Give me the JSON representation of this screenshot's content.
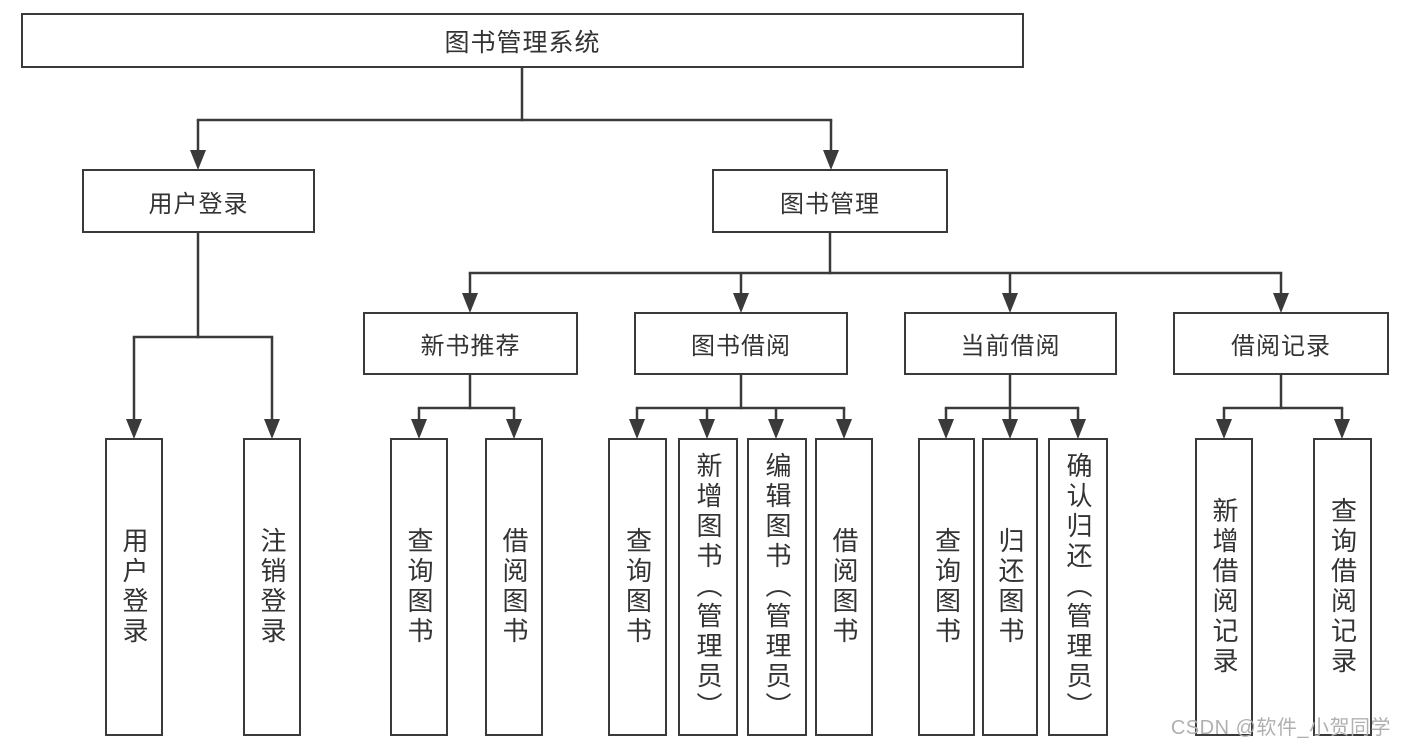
{
  "colors": {
    "line": "#3a3a3a",
    "box_border": "#3a3a3a",
    "box_background": "#ffffff",
    "text": "#333333",
    "watermark": "#b0b0b0",
    "page_background": "#ffffff"
  },
  "watermark": {
    "text": "CSDN @软件_小贺同学"
  },
  "tree": {
    "root": {
      "label": "图书管理系统"
    },
    "branches": [
      {
        "label": "用户登录",
        "leaves": [
          {
            "label": "用户登录"
          },
          {
            "label": "注销登录"
          }
        ]
      },
      {
        "label": "图书管理",
        "groups": [
          {
            "label": "新书推荐",
            "leaves": [
              {
                "label": "查询图书"
              },
              {
                "label": "借阅图书"
              }
            ]
          },
          {
            "label": "图书借阅",
            "leaves": [
              {
                "label": "查询图书"
              },
              {
                "label": "新增图书（管理员）"
              },
              {
                "label": "编辑图书（管理员）"
              },
              {
                "label": "借阅图书"
              }
            ]
          },
          {
            "label": "当前借阅",
            "leaves": [
              {
                "label": "查询图书"
              },
              {
                "label": "归还图书"
              },
              {
                "label": "确认归还（管理员）"
              }
            ]
          },
          {
            "label": "借阅记录",
            "leaves": [
              {
                "label": "新增借阅记录"
              },
              {
                "label": "查询借阅记录"
              }
            ]
          }
        ]
      }
    ]
  }
}
